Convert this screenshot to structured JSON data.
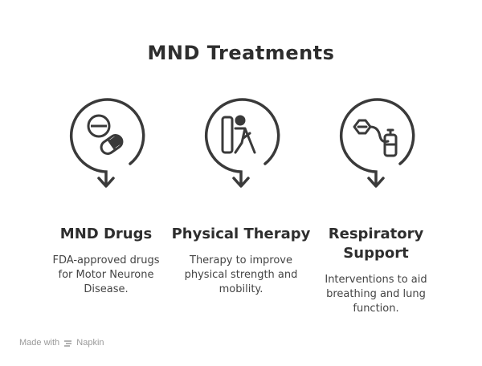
{
  "title": "MND Treatments",
  "items": [
    {
      "heading": "MND Drugs",
      "description": "FDA-approved drugs for Motor Neurone Disease.",
      "icon": "pills-icon"
    },
    {
      "heading": "Physical Therapy",
      "description": "Therapy to improve physical strength and mobility.",
      "icon": "exercise-icon"
    },
    {
      "heading": "Respiratory Support",
      "description": "Interventions to aid breathing and lung function.",
      "icon": "inhaler-icon"
    }
  ],
  "footer": {
    "made_with": "Made with",
    "brand": "Napkin"
  }
}
